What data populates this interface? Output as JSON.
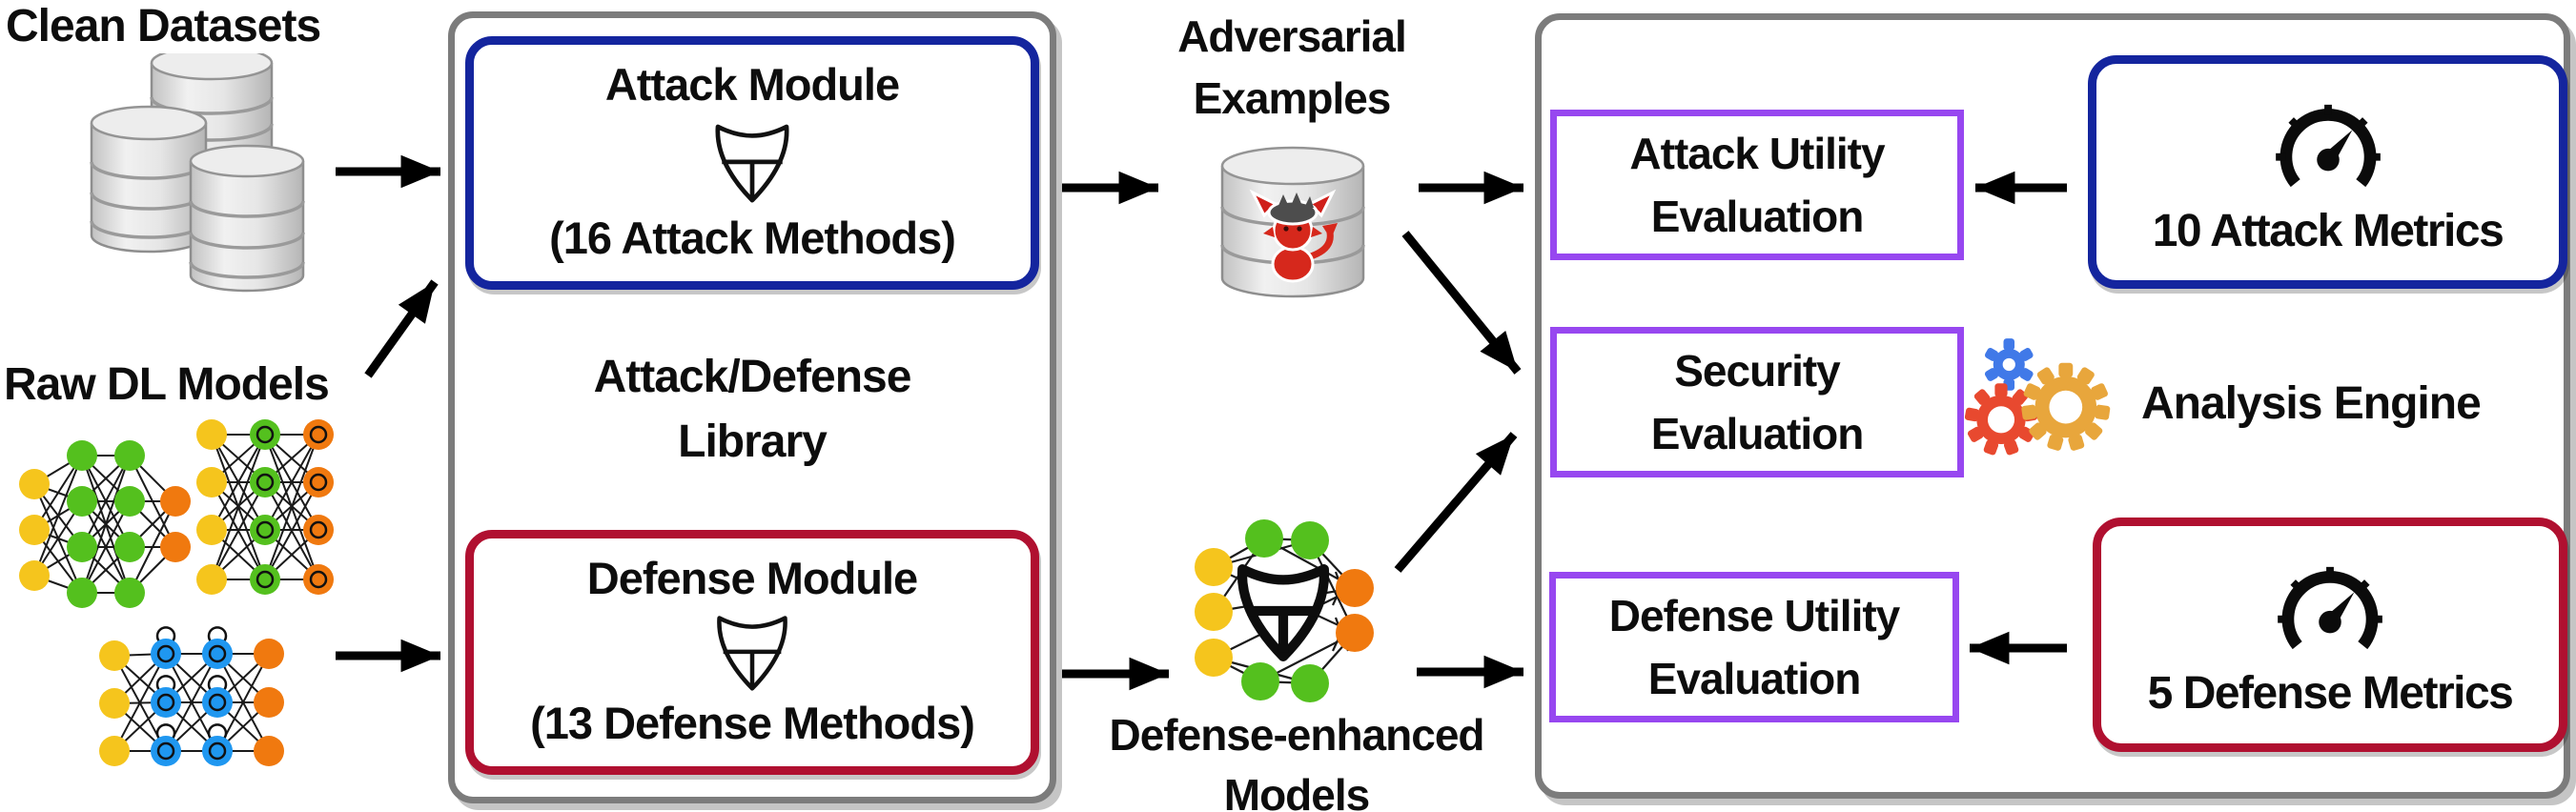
{
  "figure": {
    "left_column": {
      "clean_datasets_label": "Clean Datasets",
      "raw_dl_models_label": "Raw DL Models"
    },
    "library": {
      "title_line1": "Attack/Defense",
      "title_line2": "Library",
      "attack_module": {
        "title": "Attack Module",
        "subtitle": "(16 Attack Methods)"
      },
      "defense_module": {
        "title": "Defense Module",
        "subtitle": "(13 Defense Methods)"
      }
    },
    "artifacts": {
      "adversarial_examples_line1": "Adversarial",
      "adversarial_examples_line2": "Examples",
      "defense_enhanced_line1": "Defense-enhanced",
      "defense_enhanced_line2": "Models"
    },
    "evaluation_panel": {
      "attack_utility_line1": "Attack Utility",
      "attack_utility_line2": "Evaluation",
      "security_line1": "Security",
      "security_line2": "Evaluation",
      "defense_utility_line1": "Defense Utility",
      "defense_utility_line2": "Evaluation",
      "attack_metrics_label": "10 Attack Metrics",
      "defense_metrics_label": "5 Defense Metrics",
      "analysis_engine_label": "Analysis Engine"
    },
    "icons": {
      "clean_datasets": "database-stack-icon",
      "raw_models": "neural-network-icon",
      "attack_module": "shield-icon",
      "defense_module": "shield-icon",
      "adversarial_examples": "devil-database-icon",
      "defense_enhanced": "shield-network-icon",
      "attack_metrics": "gauge-icon",
      "defense_metrics": "gauge-icon",
      "analysis_engine": "gears-icon"
    },
    "colors": {
      "attack_accent": "#14259e",
      "defense_accent": "#b01030",
      "evaluation_accent": "#9747f0",
      "panel_border": "#7c7c7c",
      "arrow": "#000000",
      "node_yellow": "#f5c51d",
      "node_green": "#54c01e",
      "node_orange": "#f0790f",
      "node_blue": "#1f97f0",
      "gear_blue": "#4079e8",
      "gear_red": "#e8492f",
      "gear_orange": "#e8a63c"
    }
  }
}
